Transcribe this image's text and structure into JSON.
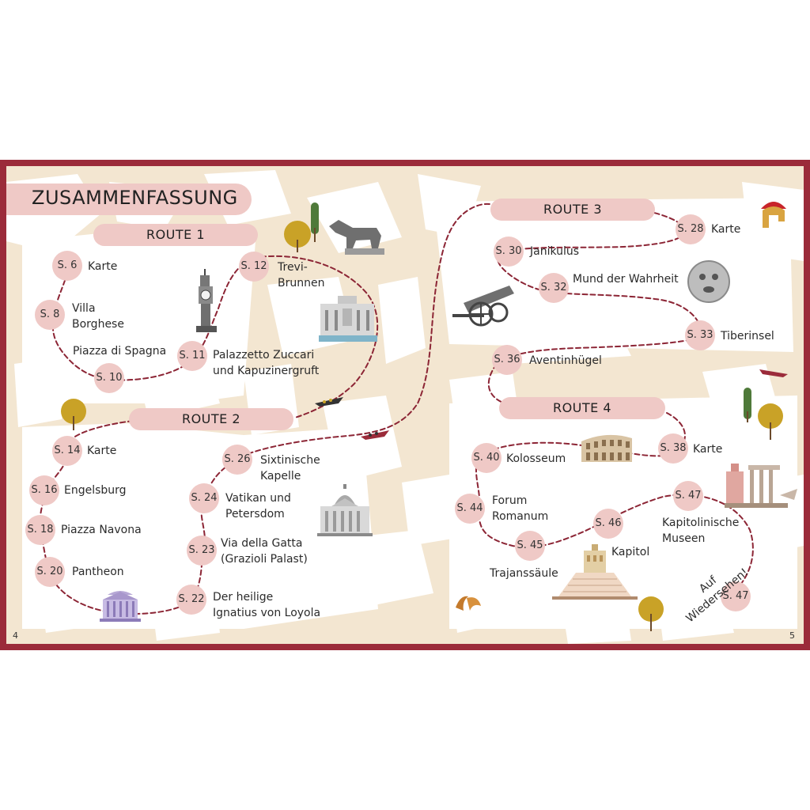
{
  "title": "ZUSAMMENFASSUNG",
  "routes": {
    "r1": "ROUTE 1",
    "r2": "ROUTE 2",
    "r3": "ROUTE 3",
    "r4": "ROUTE 4"
  },
  "nodes": {
    "s6": "S. 6",
    "s8": "S. 8",
    "s10": "S. 10",
    "s11": "S. 11",
    "s12": "S. 12",
    "s14": "S. 14",
    "s16": "S. 16",
    "s18": "S. 18",
    "s20": "S. 20",
    "s22": "S. 22",
    "s23": "S. 23",
    "s24": "S. 24",
    "s26": "S. 26",
    "s28": "S. 28",
    "s30": "S. 30",
    "s32": "S. 32",
    "s33": "S. 33",
    "s36": "S. 36",
    "s38": "S. 38",
    "s40": "S. 40",
    "s44": "S. 44",
    "s45": "S. 45",
    "s46": "S. 46",
    "s47a": "S. 47",
    "s47b": "S. 47"
  },
  "labels": {
    "karte1": "Karte",
    "villa1": "Villa",
    "villa2": "Borghese",
    "piazza": "Piazza di Spagna",
    "zuccari1": "Palazzetto Zuccari",
    "zuccari2": "und Kapuzinergruft",
    "trevi1": "Trevi-",
    "trevi2": "Brunnen",
    "karte2": "Karte",
    "engels": "Engelsburg",
    "navona": "Piazza Navona",
    "pantheon": "Pantheon",
    "ignatius1": "Der heilige",
    "ignatius2": "Ignatius von Loyola",
    "gatta1": "Via della Gatta",
    "gatta2": "(Grazioli Palast)",
    "vatikan1": "Vatikan und",
    "vatikan2": "Petersdom",
    "sixt1": "Sixtinische",
    "sixt2": "Kapelle",
    "karte3": "Karte",
    "janikulus": "Janikulus",
    "mund": "Mund der Wahrheit",
    "tiber": "Tiberinsel",
    "aventin": "Aventinhügel",
    "karte4": "Karte",
    "kolosseum": "Kolosseum",
    "forum1": "Forum",
    "forum2": "Romanum",
    "trajan": "Trajanssäule",
    "kapitol": "Kapitol",
    "kapmus1": "Kapitolinische",
    "kapmus2": "Museen",
    "bye1": "Auf",
    "bye2": "Wiedersehen!"
  },
  "page_numbers": {
    "left": "4",
    "right": "5"
  },
  "colors": {
    "frame": "#9b2b3a",
    "map_bg": "#f3e6d1",
    "bubble": "#efc9c6",
    "path": "#8c2535"
  },
  "icons": [
    "wolf-statue-icon",
    "tree-icon",
    "clock-tower-icon",
    "trevi-fountain-icon",
    "gondola-boat-icon",
    "pantheon-icon",
    "st-peters-icon",
    "roman-helmet-icon",
    "cannon-icon",
    "mouth-of-truth-icon",
    "colosseum-icon",
    "forum-ruins-icon",
    "capitol-stairs-icon",
    "croissant-icon"
  ]
}
